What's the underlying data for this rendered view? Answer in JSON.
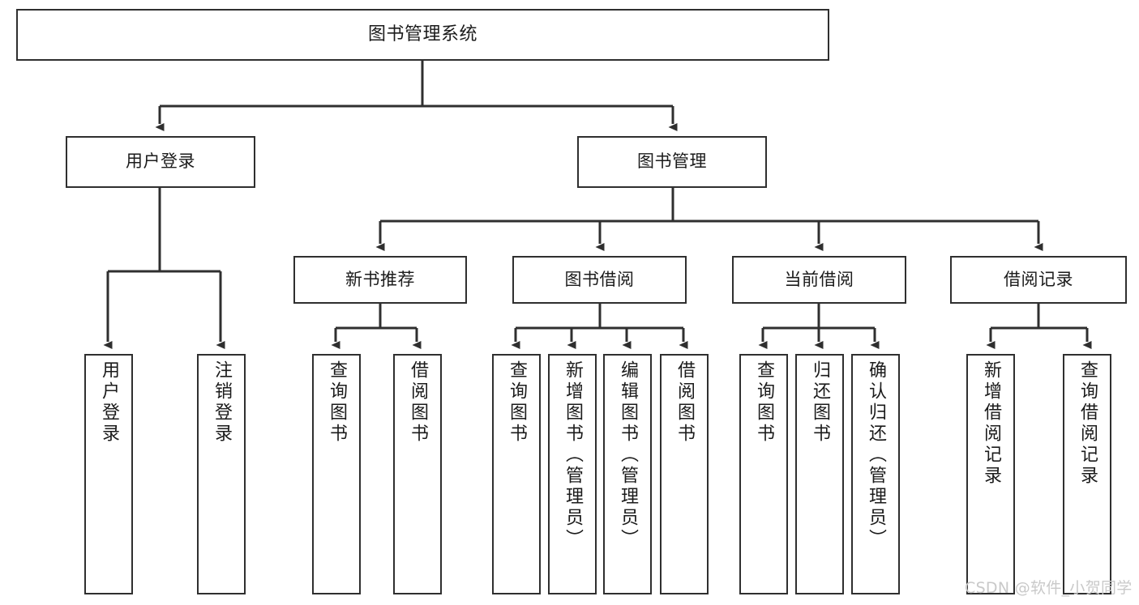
{
  "diagram": {
    "type": "tree-hierarchy-functional-decomposition",
    "root": {
      "id": "root",
      "label": "图书管理系统"
    },
    "level2": [
      {
        "id": "login",
        "label": "用户登录"
      },
      {
        "id": "bookmgmt",
        "label": "图书管理"
      }
    ],
    "level3": [
      {
        "id": "newbook",
        "label": "新书推荐",
        "parent": "bookmgmt"
      },
      {
        "id": "borrow",
        "label": "图书借阅",
        "parent": "bookmgmt"
      },
      {
        "id": "current",
        "label": "当前借阅",
        "parent": "bookmgmt"
      },
      {
        "id": "record",
        "label": "借阅记录",
        "parent": "bookmgmt"
      }
    ],
    "leaves": [
      {
        "id": "leaf-1",
        "label": "用户登录",
        "parent": "login"
      },
      {
        "id": "leaf-2",
        "label": "注销登录",
        "parent": "login"
      },
      {
        "id": "leaf-3",
        "label": "查询图书",
        "parent": "newbook"
      },
      {
        "id": "leaf-4",
        "label": "借阅图书",
        "parent": "newbook"
      },
      {
        "id": "leaf-5",
        "label": "查询图书",
        "parent": "borrow"
      },
      {
        "id": "leaf-6",
        "label": "新增图书（管理员）",
        "parent": "borrow"
      },
      {
        "id": "leaf-7",
        "label": "编辑图书（管理员）",
        "parent": "borrow"
      },
      {
        "id": "leaf-8",
        "label": "借阅图书",
        "parent": "borrow"
      },
      {
        "id": "leaf-9",
        "label": "查询图书",
        "parent": "current"
      },
      {
        "id": "leaf-10",
        "label": "归还图书",
        "parent": "current"
      },
      {
        "id": "leaf-11",
        "label": "确认归还（管理员）",
        "parent": "current"
      },
      {
        "id": "leaf-12",
        "label": "新增借阅记录",
        "parent": "record"
      },
      {
        "id": "leaf-13",
        "label": "查询借阅记录",
        "parent": "record"
      }
    ]
  },
  "watermark": {
    "text": "CSDN @软件_小贺同学"
  },
  "colors": {
    "stroke": "#2f2f2f",
    "box_fill": "#ffffff",
    "text": "#1b1b1b",
    "watermark": "#c9c9c9",
    "background": "#ffffff"
  }
}
